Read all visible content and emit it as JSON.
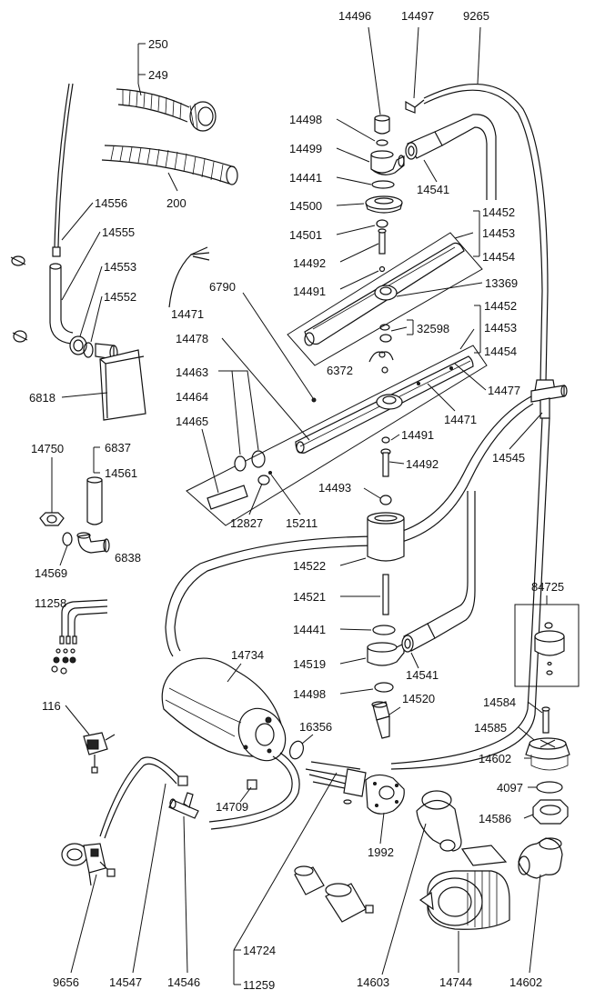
{
  "labels": {
    "l250": "250",
    "l249": "249",
    "l200": "200",
    "l14556": "14556",
    "l14555": "14555",
    "l14553": "14553",
    "l14552": "14552",
    "l6818": "6818",
    "l14750": "14750",
    "l6837": "6837",
    "l14561": "14561",
    "l14569": "14569",
    "l6838": "6838",
    "l11258": "11258",
    "l116": "116",
    "l9656": "9656",
    "l14547": "14547",
    "l14546": "14546",
    "l14724": "14724",
    "l11259": "11259",
    "l14496": "14496",
    "l14497": "14497",
    "l9265": "9265",
    "l14498a": "14498",
    "l14499": "14499",
    "l14441a": "14441",
    "l14500": "14500",
    "l14501": "14501",
    "l14492a": "14492",
    "l14491a": "14491",
    "l14541a": "14541",
    "l14452a": "14452",
    "l14453a": "14453",
    "l14454a": "14454",
    "l13369": "13369",
    "l14471a": "14471",
    "l6790": "6790",
    "l14478": "14478",
    "l14463": "14463",
    "l14464": "14464",
    "l14465": "14465",
    "l32598": "32598",
    "l6372": "6372",
    "l14452b": "14452",
    "l14453b": "14453",
    "l14454b": "14454",
    "l14477": "14477",
    "l14471b": "14471",
    "l14491b": "14491",
    "l14492b": "14492",
    "l14493": "14493",
    "l12827": "12827",
    "l15211": "15211",
    "l14545": "14545",
    "l14522": "14522",
    "l14521": "14521",
    "l14441b": "14441",
    "l14519": "14519",
    "l14541b": "14541",
    "l14498b": "14498",
    "l14520": "14520",
    "l14734": "14734",
    "l16356": "16356",
    "l14709": "14709",
    "l1992": "1992",
    "l84725": "84725",
    "l14584": "14584",
    "l14585": "14585",
    "l14602a": "14602",
    "l4097": "4097",
    "l14586": "14586",
    "l14603": "14603",
    "l14744": "14744",
    "l14602b": "14602"
  }
}
